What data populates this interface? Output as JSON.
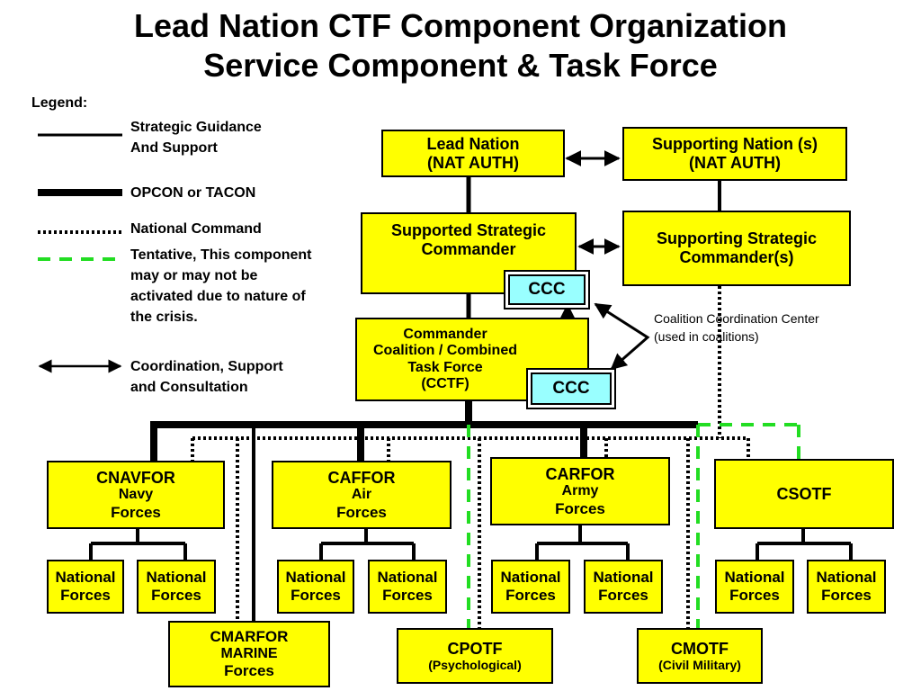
{
  "title": {
    "line1": "Lead Nation CTF Component Organization",
    "line2": "Service Component & Task Force"
  },
  "legend": {
    "heading": "Legend:",
    "strategic": [
      "Strategic Guidance",
      "And Support"
    ],
    "opcon": "OPCON or TACON",
    "national_command": "National Command",
    "tentative": [
      "Tentative, This component",
      "may or may not be",
      "activated due to nature of",
      "the crisis."
    ],
    "coordination": [
      "Coordination, Support",
      "and Consultation"
    ]
  },
  "nodes": {
    "lead_nation": [
      "Lead Nation",
      "(NAT AUTH)"
    ],
    "supporting_nation": [
      "Supporting Nation (s)",
      "(NAT AUTH)"
    ],
    "supported_commander": [
      "Supported Strategic",
      "Commander"
    ],
    "supporting_commander": [
      "Supporting Strategic",
      "Commander(s)"
    ],
    "cctf": [
      "Commander",
      "Coalition / Combined",
      "Task Force",
      "(CCTF)"
    ],
    "ccc_top": "CCC",
    "ccc_bottom": "CCC",
    "cnavfor": [
      "CNAVFOR",
      "Navy",
      "Forces"
    ],
    "caffor": [
      "CAFFOR",
      "Air",
      "Forces"
    ],
    "carfor": [
      "CARFOR",
      "Army",
      "Forces"
    ],
    "csotf": "CSOTF",
    "cmarfor": [
      "CMARFOR",
      "MARINE",
      "Forces"
    ],
    "cpotf": [
      "CPOTF",
      "(Psychological)"
    ],
    "cmotf": [
      "CMOTF",
      "(Civil Military)"
    ],
    "national_forces": [
      "National",
      "Forces"
    ]
  },
  "ccc_note": [
    "Coalition Coordination Center",
    "(used in  coalitions)"
  ],
  "colors": {
    "box_fill": "#ffff00",
    "ccc_fill": "#99ffff",
    "tentative_line": "#22dd22",
    "line": "#000000"
  }
}
